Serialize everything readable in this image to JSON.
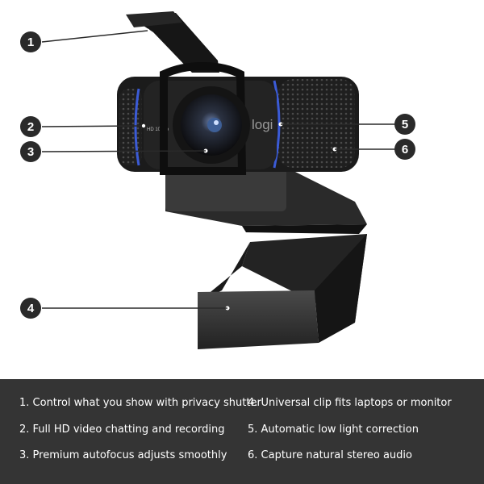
{
  "callouts": [
    "1",
    "2",
    "3",
    "4",
    "5",
    "6"
  ],
  "product": {
    "brand_mark": "logi",
    "lens_label": "HD 1080p"
  },
  "features": [
    "1. Control what you show with privacy shutter",
    "2. Full HD video chatting and recording",
    "3. Premium autofocus adjusts smoothly",
    "4. Universal clip fits laptops or monitor",
    "5. Automatic low light correction",
    "6. Capture natural stereo audio"
  ],
  "colors": {
    "callout_badge": "#2a2a2a",
    "panel_background": "#343434",
    "accent_ring": "#3b5bd6",
    "webcam_body": "#1b1b1b"
  }
}
